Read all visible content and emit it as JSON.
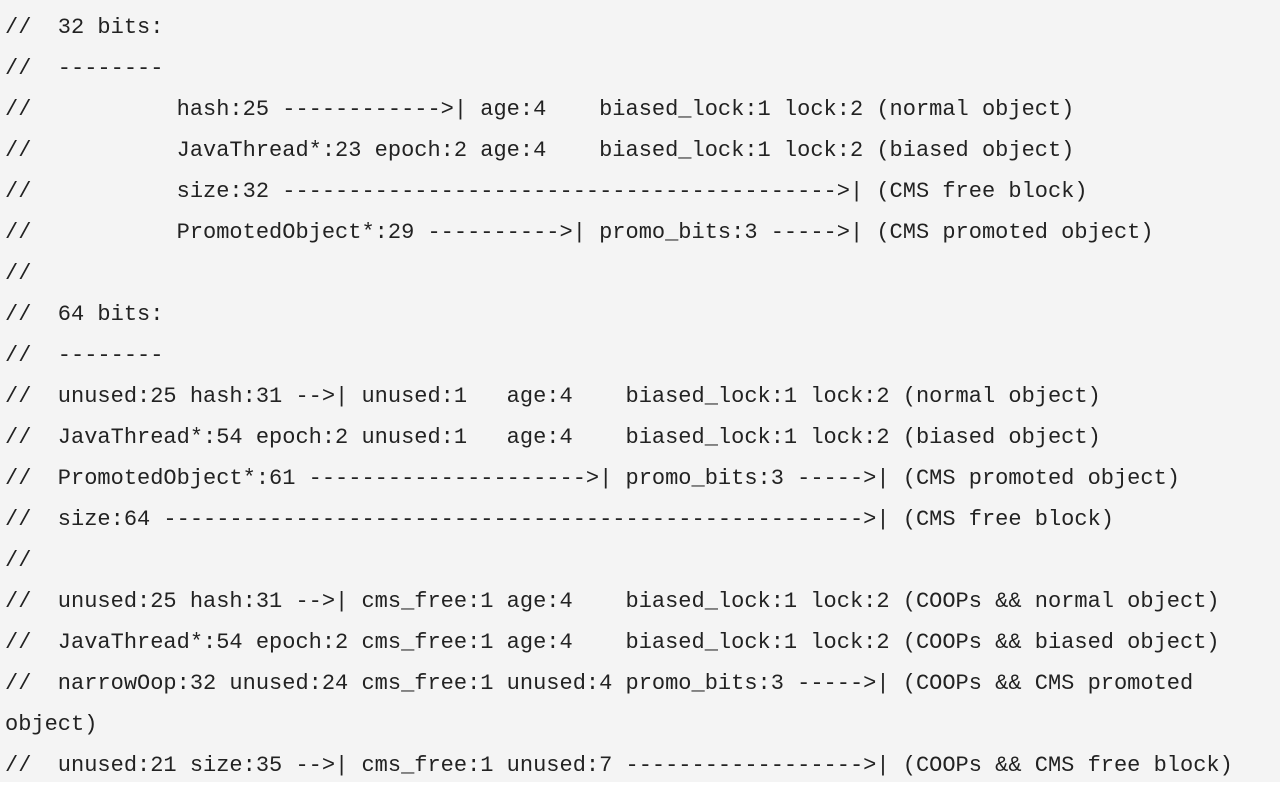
{
  "code": {
    "lines": [
      "//  32 bits:",
      "//  --------",
      "//           hash:25 ------------>| age:4    biased_lock:1 lock:2 (normal object)",
      "//           JavaThread*:23 epoch:2 age:4    biased_lock:1 lock:2 (biased object)",
      "//           size:32 ------------------------------------------>| (CMS free block)",
      "//           PromotedObject*:29 ---------->| promo_bits:3 ----->| (CMS promoted object)",
      "//",
      "//  64 bits:",
      "//  --------",
      "//  unused:25 hash:31 -->| unused:1   age:4    biased_lock:1 lock:2 (normal object)",
      "//  JavaThread*:54 epoch:2 unused:1   age:4    biased_lock:1 lock:2 (biased object)",
      "//  PromotedObject*:61 --------------------->| promo_bits:3 ----->| (CMS promoted object)",
      "//  size:64 ----------------------------------------------------->| (CMS free block)",
      "//",
      "//  unused:25 hash:31 -->| cms_free:1 age:4    biased_lock:1 lock:2 (COOPs && normal object)",
      "//  JavaThread*:54 epoch:2 cms_free:1 age:4    biased_lock:1 lock:2 (COOPs && biased object)",
      "//  narrowOop:32 unused:24 cms_free:1 unused:4 promo_bits:3 ----->| (COOPs && CMS promoted",
      "object)",
      "//  unused:21 size:35 -->| cms_free:1 unused:7 ------------------>| (COOPs && CMS free block)"
    ]
  }
}
